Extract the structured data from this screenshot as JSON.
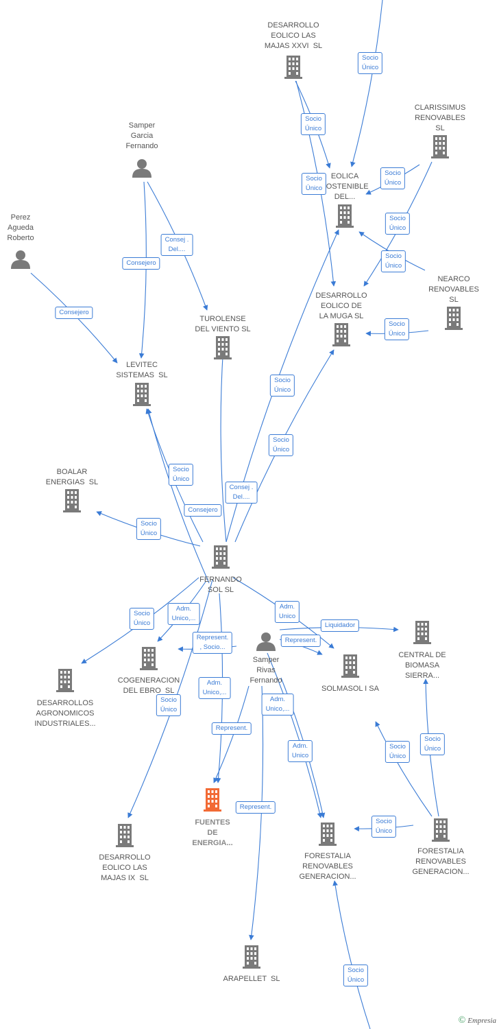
{
  "colors": {
    "edge": "#3a7bd5",
    "building": "#7a7a7a",
    "building_main": "#f26a35",
    "person": "#7a7a7a"
  },
  "footer": {
    "copyright": "©",
    "brand": "Empresia"
  },
  "nodes": [
    {
      "id": "majas26",
      "type": "company",
      "label": "DESARROLLO\nEOLICO LAS\nMAJAS XXVI  SL"
    },
    {
      "id": "clarissimus",
      "type": "company",
      "label": "CLARISSIMUS\nRENOVABLES\nSL"
    },
    {
      "id": "eolica",
      "type": "company",
      "label": "EOLICA\nSOSTENIBLE\nDEL..."
    },
    {
      "id": "nearco",
      "type": "company",
      "label": "NEARCO\nRENOVABLES\nSL"
    },
    {
      "id": "muga",
      "type": "company",
      "label": "DESARROLLO\nEOLICO DE\nLA MUGA SL"
    },
    {
      "id": "turolense",
      "type": "company",
      "label": "TUROLENSE\nDEL VIENTO SL"
    },
    {
      "id": "levitec",
      "type": "company",
      "label": "LEVITEC\nSISTEMAS  SL"
    },
    {
      "id": "boalar",
      "type": "company",
      "label": "BOALAR\nENERGIAS  SL"
    },
    {
      "id": "fernandosol",
      "type": "company",
      "label": "FERNANDO\nSOL SL"
    },
    {
      "id": "cogeneracion",
      "type": "company",
      "label": "COGENERACION\nDEL EBRO  SL"
    },
    {
      "id": "agronomicos",
      "type": "company",
      "label": "DESARROLLOS\nAGRONOMICOS\nINDUSTRIALES..."
    },
    {
      "id": "solmasol",
      "type": "company",
      "label": "SOLMASOL I SA"
    },
    {
      "id": "central",
      "type": "company",
      "label": "CENTRAL DE\nBIOMASA\nSIERRA..."
    },
    {
      "id": "fuentes",
      "type": "company",
      "main": true,
      "label": "FUENTES\nDE\nENERGIA..."
    },
    {
      "id": "majas9",
      "type": "company",
      "label": "DESARROLLO\nEOLICO LAS\nMAJAS IX  SL"
    },
    {
      "id": "forestalia_gen",
      "type": "company",
      "label": "FORESTALIA\nRENOVABLES\nGENERACION..."
    },
    {
      "id": "forestalia_gen2",
      "type": "company",
      "label": "FORESTALIA\nRENOVABLES\nGENERACION..."
    },
    {
      "id": "arapellet",
      "type": "company",
      "label": "ARAPELLET  SL"
    },
    {
      "id": "samper_garcia",
      "type": "person",
      "label": "Samper\nGarcia\nFernando"
    },
    {
      "id": "perez",
      "type": "person",
      "label": "Perez\nAgueda\nRoberto"
    },
    {
      "id": "samper_rivas",
      "type": "person",
      "label": "Samper\nRivas\nFernando"
    }
  ],
  "edge_labels": [
    "Socio\nÚnico",
    "Socio\nÚnico",
    "Socio\nÚnico",
    "Socio\nÚnico",
    "Socio\nÚnico",
    "Socio\nÚnico",
    "Consej .\nDel....",
    "Consejero",
    "Consejero",
    "Socio\nÚnico",
    "Socio\nÚnico",
    "Socio\nÚnico",
    "Socio\nÚnico",
    "Consej .\nDel....",
    "Consejero",
    "Socio\nÚnico",
    "Socio\nÚnico",
    "Adm.\nUnico,...",
    "Adm.\nUnico",
    "Liquidador",
    "Represent.\n, Socio...",
    "Represent.",
    "Socio\nÚnico",
    "Adm.\nUnico,...",
    "Adm.\nUnico,...",
    "Represent.",
    "Adm.\nUnico",
    "Socio\nÚnico",
    "Socio\nÚnico",
    "Socio\nÚnico",
    "Represent.",
    "Socio\nÚnico"
  ]
}
